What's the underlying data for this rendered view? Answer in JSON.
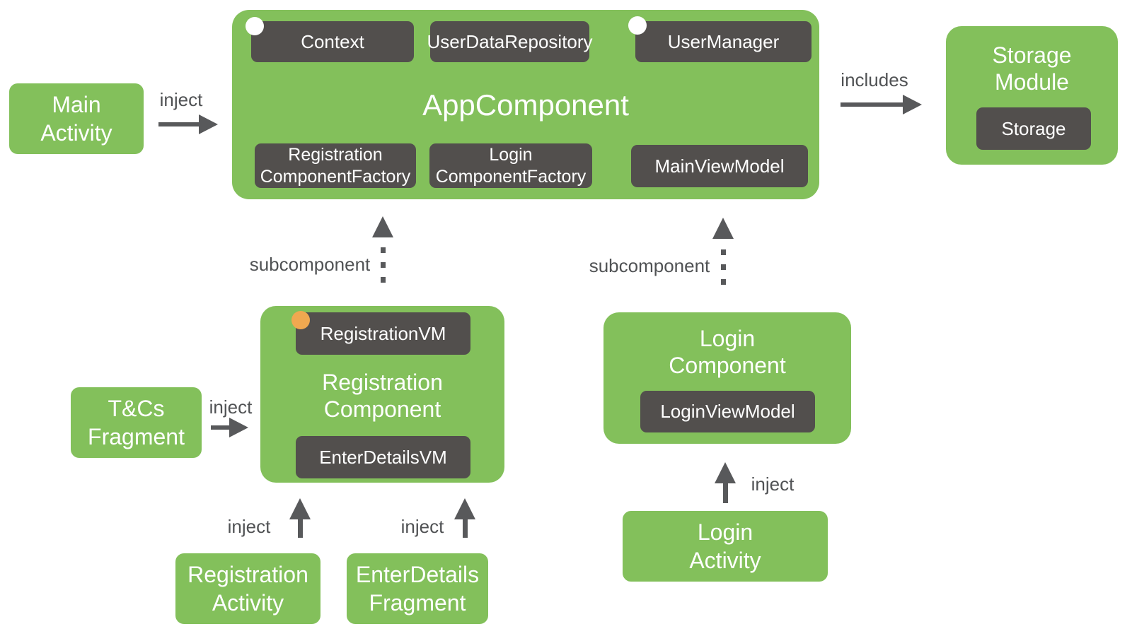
{
  "colors": {
    "box_green": "#83C05B",
    "box_dark": "#524F4D",
    "arrow_gray": "#58595B",
    "label_gray": "#505254",
    "text_white": "#FFFFFF",
    "dot_orange": "#F0A850",
    "dot_white": "#FFFFFF",
    "background": "#FFFFFF"
  },
  "app_component": {
    "title": "AppComponent",
    "context": "Context",
    "user_data_repository": "UserDataRepository",
    "user_manager": "UserManager",
    "registration_component_factory": "Registration\nComponentFactory",
    "login_component_factory": "Login\nComponentFactory",
    "main_view_model": "MainViewModel"
  },
  "main_activity": {
    "label": "Main\nActivity"
  },
  "storage_module": {
    "title": "Storage\nModule",
    "storage": "Storage"
  },
  "registration_component": {
    "title": "Registration\nComponent",
    "registration_vm": "RegistrationVM",
    "enter_details_vm": "EnterDetailsVM"
  },
  "login_component": {
    "title": "Login\nComponent",
    "login_view_model": "LoginViewModel"
  },
  "tcs_fragment": {
    "label": "T&Cs\nFragment"
  },
  "registration_activity": {
    "label": "Registration\nActivity"
  },
  "enter_details_fragment": {
    "label": "EnterDetails\nFragment"
  },
  "login_activity": {
    "label": "Login\nActivity"
  },
  "edges": {
    "main_inject": {
      "label": "inject"
    },
    "includes": {
      "label": "includes"
    },
    "registration_subcomponent": {
      "label": "subcomponent"
    },
    "login_subcomponent": {
      "label": "subcomponent"
    },
    "tcs_inject": {
      "label": "inject"
    },
    "registration_activity_inject": {
      "label": "inject"
    },
    "enter_details_inject": {
      "label": "inject"
    },
    "login_activity_inject": {
      "label": "inject"
    }
  }
}
